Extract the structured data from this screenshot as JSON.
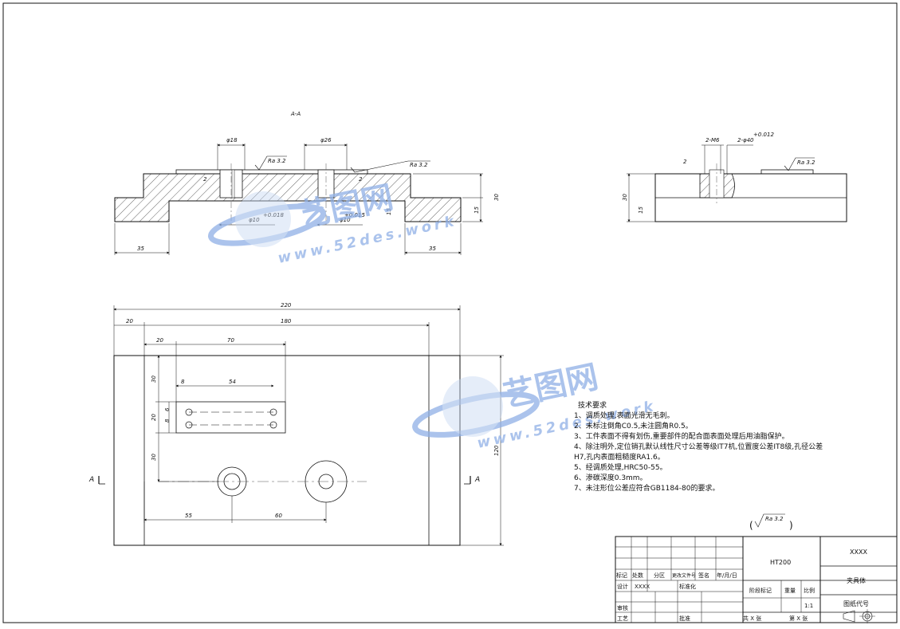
{
  "drawing": {
    "section_label": "A-A",
    "section_marks": [
      "A",
      "A"
    ],
    "dims_section": {
      "d18": "φ18",
      "d26": "φ26",
      "ra_1": "Ra 3.2",
      "ra_2": "Ra 3.2",
      "two_left": "2",
      "two_right": "2",
      "d10_left": "φ10",
      "tol_left": "+0.018",
      "d10_right": "φ10",
      "tol_right": "+0.015",
      "fifteen_left": "15",
      "fifteen_right": "15",
      "thirty": "30",
      "thirtyfive_left": "35",
      "thirtyfive_right": "35"
    },
    "dims_side": {
      "m6": "2-M6",
      "d40": "2-φ40",
      "tol": "+0.012",
      "two": "2",
      "ra": "Ra 3.2",
      "thirty": "30",
      "fifteen": "15"
    },
    "dims_plan": {
      "total_width": "220",
      "inner_width": "180",
      "margin": "20",
      "offset": "20",
      "slot_len": "70",
      "eight": "8",
      "fiftysix": "54",
      "thirty_top": "30",
      "six": "6",
      "eight_v": "8",
      "twenty": "20",
      "thirty_mid": "30",
      "fiftyfive": "55",
      "sixty": "60",
      "height": "120"
    },
    "general_roughness": "Ra 3.2"
  },
  "tech_requirements": {
    "title": "技术要求",
    "items": [
      "1、调质处理,表面光滑无毛刺。",
      "2、未标注倒角C0.5,未注圆角R0.5。",
      "3、工件表面不得有划伤,重要部件的配合面表面处理后用油脂保护。",
      "4、除注明外,定位销孔默认线性尺寸公差等级IT7机,位置度公差IT8级,孔径公差",
      "H7,孔内表面粗糙度RA1.6。",
      "5、经调质处理,HRC50-55。",
      "6、渗碳深度0.3mm。",
      "7、未注形位公差应符合GB1184-80的要求。"
    ]
  },
  "watermark": {
    "brand": "艺图网",
    "url": "www.52des.work"
  },
  "title_block": {
    "material": "HT200",
    "company": "XXXX",
    "part_name": "夹具体",
    "drawing_no": "图纸代号",
    "rev_headers": [
      "标记",
      "处数",
      "分区",
      "更改文件号",
      "签名",
      "年/月/日"
    ],
    "design_label": "设计",
    "designer": "XXXX",
    "standardize": "标准化",
    "review": "审核",
    "process": "工艺",
    "approve": "批准",
    "stage_label": "阶段标记",
    "weight_label": "重量",
    "scale_label": "比例",
    "scale_value": "1:1",
    "sheets_total": "共 X 张",
    "sheet_no": "第 X 张"
  }
}
